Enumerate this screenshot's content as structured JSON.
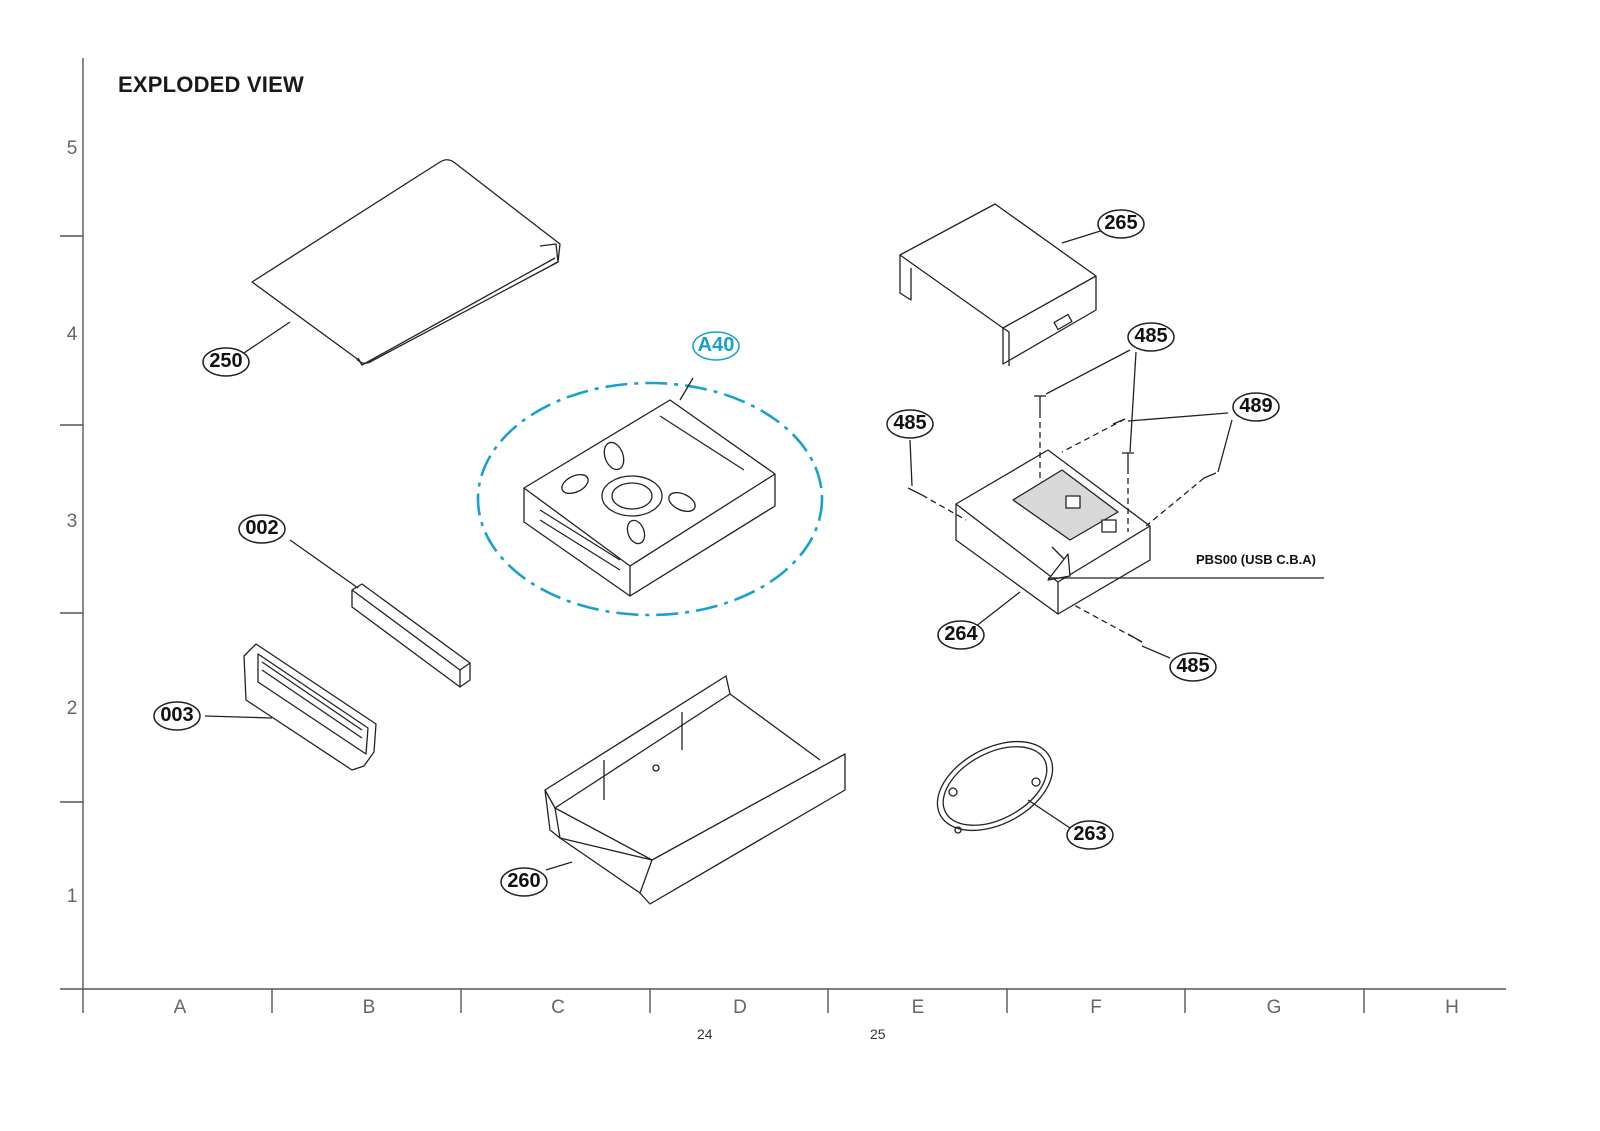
{
  "title": "EXPLODED VIEW",
  "row_labels": [
    "5",
    "4",
    "3",
    "2",
    "1"
  ],
  "column_labels": [
    "A",
    "B",
    "C",
    "D",
    "E",
    "F",
    "G",
    "H"
  ],
  "page_numbers": [
    "24",
    "25"
  ],
  "callouts": {
    "c250": "250",
    "c265": "265",
    "c485a": "485",
    "cA40": "A40",
    "c485b": "485",
    "c489": "489",
    "c002": "002",
    "c264": "264",
    "c485c": "485",
    "c003": "003",
    "c263": "263",
    "c260": "260"
  },
  "board_label": "PBS00 (USB C.B.A)",
  "colors": {
    "highlight": "#1aa0cc",
    "line": "#222222",
    "frame": "#555555"
  }
}
